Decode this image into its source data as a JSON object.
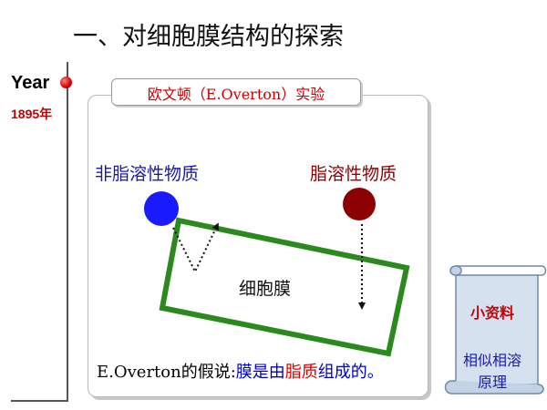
{
  "title": "一、对细胞膜结构的探索",
  "timeline": {
    "label": "Year",
    "year": "1895年"
  },
  "experiment": {
    "title": "欧文顿（E.Overton）实验",
    "nonlipid_label": "非脂溶性物质",
    "lipid_label": "脂溶性物质",
    "membrane_label": "细胞膜",
    "colors": {
      "nonlipid_ball": "#1a1aff",
      "lipid_ball": "#8b0000",
      "membrane": "#2a8a1e"
    }
  },
  "hypothesis": {
    "prefix": "E.Overton的假说:",
    "part1": "膜是由",
    "part2": "脂质",
    "part3": "组成的。"
  },
  "side_note": {
    "heading": "小资料",
    "line1": "相似相溶",
    "line2": "原理"
  }
}
